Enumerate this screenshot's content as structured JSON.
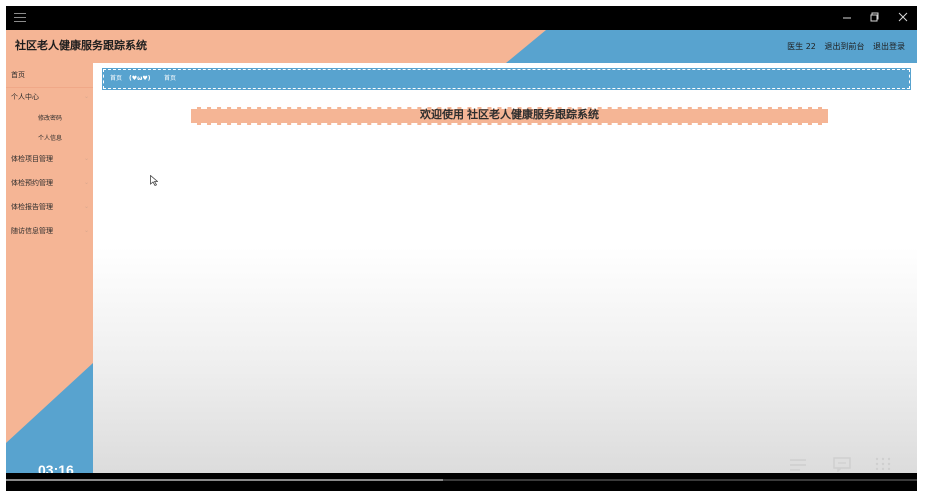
{
  "header": {
    "title": "社区老人健康服务跟踪系统",
    "user_label": "医生 22",
    "back_label": "退出到前台",
    "logout_label": "退出登录"
  },
  "sidebar": {
    "home": "首页",
    "personal_center": "个人中心",
    "change_password": "修改密码",
    "personal_info": "个人信息",
    "items": [
      "体检项目管理",
      "体检预约管理",
      "体检报告管理",
      "随访信息管理"
    ]
  },
  "breadcrumb": {
    "home": "首页",
    "emoticon": "(♥ω♥)",
    "current": "首页"
  },
  "welcome": "欢迎使用 社区老人健康服务跟踪系统",
  "video": {
    "timestamp": "03:16",
    "progress": 0.48
  },
  "colors": {
    "peach": "#f5b595",
    "blue": "#58a3cf"
  },
  "icons": [
    "menu-icon",
    "minimize-icon",
    "maximize-icon",
    "close-icon",
    "caret-icon",
    "cursor-icon",
    "list-icon",
    "comment-icon",
    "grid-icon"
  ]
}
